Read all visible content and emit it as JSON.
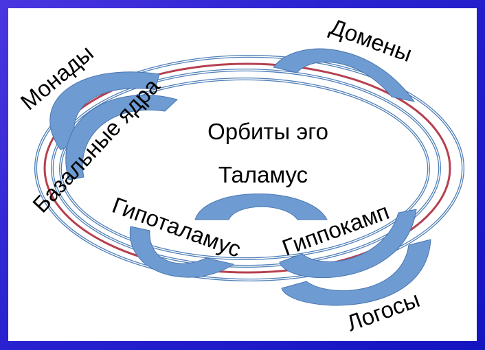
{
  "diagram": {
    "title": "Орбиты эго",
    "center_label": "Таламус",
    "labels": {
      "monads": "Монады",
      "basal_nuclei": "Базальные ядра",
      "domains": "Домены",
      "hypothalamus": "Гипоталамус",
      "hippocampus": "Гиппокамп",
      "logos": "Логосы"
    },
    "orbits": [
      {
        "name": "outer-orbit",
        "color": "#4f7fb8"
      },
      {
        "name": "ego-orbit",
        "color": "#b5404f"
      },
      {
        "name": "inner-orbit-1",
        "color": "#4f7fb8"
      },
      {
        "name": "inner-orbit-2",
        "color": "#4f7fb8"
      }
    ],
    "colors": {
      "frame": "#2a22d0",
      "background": "#ffffff",
      "arc_fill": "#6e9bd1",
      "arc_stroke": "#4a76b0",
      "orbit_blue": "#4f7fb8",
      "orbit_red": "#b5404f"
    }
  }
}
